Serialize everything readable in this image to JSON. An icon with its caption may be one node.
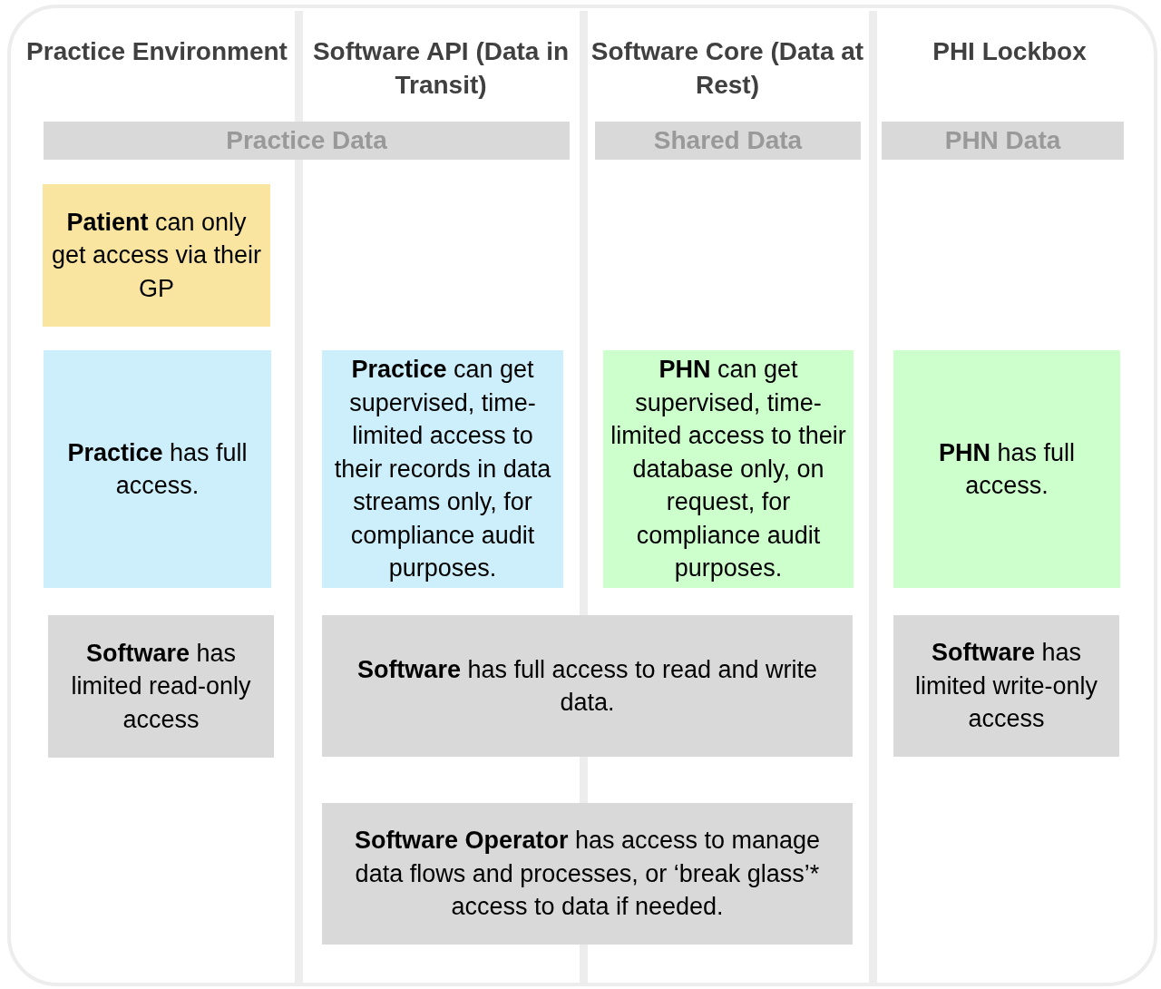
{
  "diagram": {
    "nodes": [
      {
        "text": [
          "Practice Data"
        ]
      },
      {
        "text": [
          "Shared Data"
        ]
      },
      {
        "text": [
          "PHN Data"
        ]
      },
      {
        "text": [
          "**Patient** can only get access via their GP"
        ]
      },
      {
        "text": [
          "**Practice** has full access."
        ]
      },
      {
        "text": [
          "**Practice** can get supervised, time-limited access to their records in data streams only, for compliance audit purposes."
        ]
      },
      {
        "text": [
          "**PHN** can get supervised, time-limited access to their database only, on request, for compliance audit purposes."
        ]
      },
      {
        "text": [
          "**PHN** has full access."
        ]
      },
      {
        "text": [
          "**Software** has limited read-only access"
        ]
      },
      {
        "text": [
          "**Software** has full access to read and write data."
        ]
      },
      {
        "text": [
          "**Software** has limited write-only access"
        ]
      },
      {
        "text": [
          "**Software Operator** has access to manage data flows and processes, or ‘break glass’* access to data if needed."
        ]
      }
    ],
    "labels": [
      "Practice Environment",
      "Software API (Data in Transit)",
      "Software Core (Data at Rest)",
      "PHI Lockbox"
    ]
  }
}
